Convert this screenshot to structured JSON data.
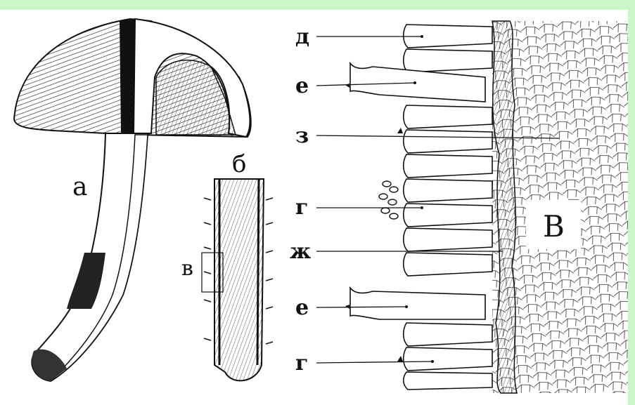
{
  "figure": {
    "labels": {
      "a": "а",
      "b": "б",
      "v_small": "в",
      "v_big": "В",
      "d": "д",
      "e1": "е",
      "z": "з",
      "g1": "г",
      "zh": "ж",
      "e2": "е",
      "g2": "г"
    },
    "colors": {
      "ink": "#111111",
      "frame_accent": "#c9f7c9",
      "background": "#ffffff"
    }
  }
}
